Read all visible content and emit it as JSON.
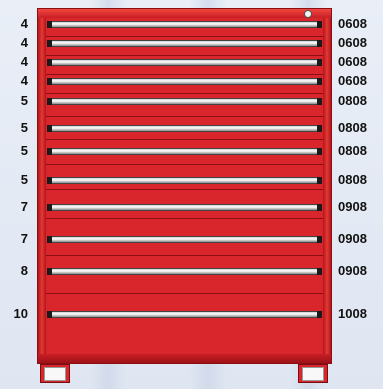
{
  "diagram": {
    "drawers": [
      {
        "height_label": "4",
        "model_label": "0608"
      },
      {
        "height_label": "4",
        "model_label": "0608"
      },
      {
        "height_label": "4",
        "model_label": "0608"
      },
      {
        "height_label": "4",
        "model_label": "0608"
      },
      {
        "height_label": "5",
        "model_label": "0808"
      },
      {
        "height_label": "5",
        "model_label": "0808"
      },
      {
        "height_label": "5",
        "model_label": "0808"
      },
      {
        "height_label": "5",
        "model_label": "0808"
      },
      {
        "height_label": "7",
        "model_label": "0908"
      },
      {
        "height_label": "7",
        "model_label": "0908"
      },
      {
        "height_label": "8",
        "model_label": "0908"
      },
      {
        "height_label": "10",
        "model_label": "1008"
      }
    ]
  },
  "colors": {
    "cabinet": "#d9262c",
    "background": "#e9eef7",
    "handle": "#e6e6e6"
  }
}
